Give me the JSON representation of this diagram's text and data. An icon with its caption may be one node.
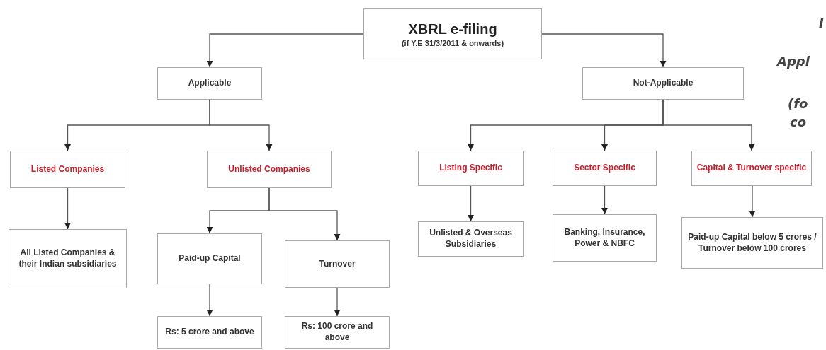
{
  "diagram": {
    "nodes": [
      {
        "text": [
          "XBRL e-filing",
          "(if Y.E 31/3/2011 & onwards)"
        ]
      },
      {
        "text": [
          "Applicable"
        ]
      },
      {
        "text": [
          "Not-Applicable"
        ]
      },
      {
        "text": [
          "Listed Companies"
        ]
      },
      {
        "text": [
          "Unlisted Companies"
        ]
      },
      {
        "text": [
          "Listing Specific"
        ]
      },
      {
        "text": [
          "Sector Specific"
        ]
      },
      {
        "text": [
          "Capital & Turnover specific"
        ]
      },
      {
        "text": [
          "All Listed Companies & their Indian subsidiaries"
        ]
      },
      {
        "text": [
          "Paid-up Capital"
        ]
      },
      {
        "text": [
          "Turnover"
        ]
      },
      {
        "text": [
          "Rs: 5 crore and above"
        ]
      },
      {
        "text": [
          "Rs: 100 crore and above"
        ]
      },
      {
        "text": [
          "Unlisted & Overseas Subsidiaries"
        ]
      },
      {
        "text": [
          "Banking, Insurance, Power & NBFC"
        ]
      },
      {
        "text": [
          "Paid-up Capital below 5 crores / Turnover below 100 crores"
        ]
      }
    ],
    "edges": [
      {
        "from": 0,
        "to": 1,
        "arrow": "to"
      },
      {
        "from": 0,
        "to": 2,
        "arrow": "to"
      },
      {
        "from": 1,
        "to": 3,
        "arrow": "to"
      },
      {
        "from": 1,
        "to": 4,
        "arrow": "to"
      },
      {
        "from": 2,
        "to": 5,
        "arrow": "to"
      },
      {
        "from": 2,
        "to": 6,
        "arrow": "to"
      },
      {
        "from": 2,
        "to": 7,
        "arrow": "to"
      },
      {
        "from": 3,
        "to": 8,
        "arrow": "to"
      },
      {
        "from": 4,
        "to": 9,
        "arrow": "to"
      },
      {
        "from": 4,
        "to": 10,
        "arrow": "to"
      },
      {
        "from": 9,
        "to": 11,
        "arrow": "to"
      },
      {
        "from": 10,
        "to": 12,
        "arrow": "to"
      },
      {
        "from": 5,
        "to": 13,
        "arrow": "to"
      },
      {
        "from": 6,
        "to": 14,
        "arrow": "to"
      },
      {
        "from": 7,
        "to": 15,
        "arrow": "to"
      }
    ],
    "labels": [
      "I",
      "Appl",
      "(fo",
      "co"
    ]
  }
}
